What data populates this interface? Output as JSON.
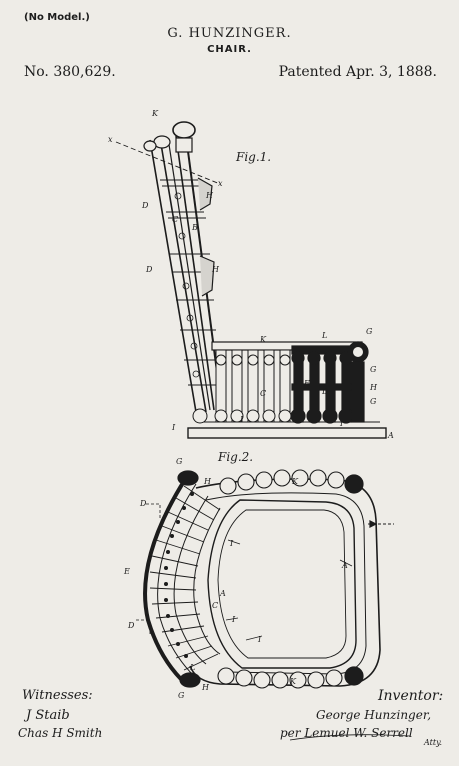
{
  "header": {
    "no_model": "(No Model.)",
    "inventor": "G. HUNZINGER.",
    "subject": "CHAIR.",
    "patent_number": "No. 380,629.",
    "patent_date": "Patented Apr. 3, 1888."
  },
  "figures": {
    "fig1_label": "Fig.1.",
    "fig2_label": "Fig.2.",
    "fig1_letters": {
      "K": "K",
      "x": "x",
      "x2": "x",
      "D": "D",
      "C": "C",
      "B": "B",
      "H": "H",
      "D2": "D",
      "H2": "H",
      "I": "I",
      "I2": "I",
      "K2": "K",
      "L": "L",
      "G": "G",
      "G2": "G",
      "H3": "H",
      "G3": "G",
      "E": "E",
      "D3": "D",
      "C2": "C",
      "A": "A",
      "I3": "I"
    },
    "fig2_letters": {
      "G": "G",
      "H": "H",
      "K": "K",
      "D": "D",
      "I": "I",
      "E": "E",
      "A": "A",
      "A2": "A",
      "D2": "D",
      "I2": "I",
      "I3": "I",
      "L": "L",
      "G2": "G",
      "H2": "H",
      "K2": "K",
      "C": "C"
    }
  },
  "footer": {
    "witnesses_label": "Witnesses:",
    "witness_1": "J Staib",
    "witness_2": "Chas H Smith",
    "inventor_label": "Inventor:",
    "inventor_signature": "George Hunzinger,",
    "attorney_signature": "per Lemuel W. Serrell",
    "attorney_abbr": "Atty."
  }
}
